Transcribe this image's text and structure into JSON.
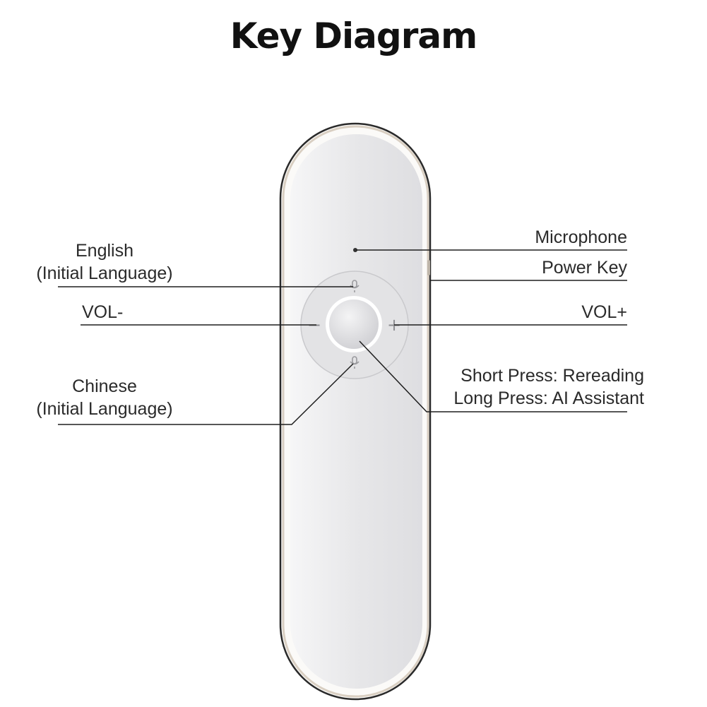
{
  "title": "Key Diagram",
  "labels": {
    "english": {
      "line1": "English",
      "line2": "(Initial Language)"
    },
    "vol_minus": "VOL-",
    "chinese": {
      "line1": "Chinese",
      "line2": "(Initial Language)"
    },
    "microphone": "Microphone",
    "power_key": "Power Key",
    "vol_plus": "VOL+",
    "assistant": {
      "line1": "Short Press: Rereading",
      "line2": "Long Press: AI Assistant"
    }
  },
  "button_glyphs": {
    "minus": "−",
    "plus": "+"
  },
  "icons": [
    "microphone-icon",
    "minus-icon",
    "plus-icon"
  ],
  "colors": {
    "device_body": "#e6e6e8",
    "device_edge": "#d9cfc2",
    "leader_line": "#1e1e1e",
    "title": "#111111"
  }
}
